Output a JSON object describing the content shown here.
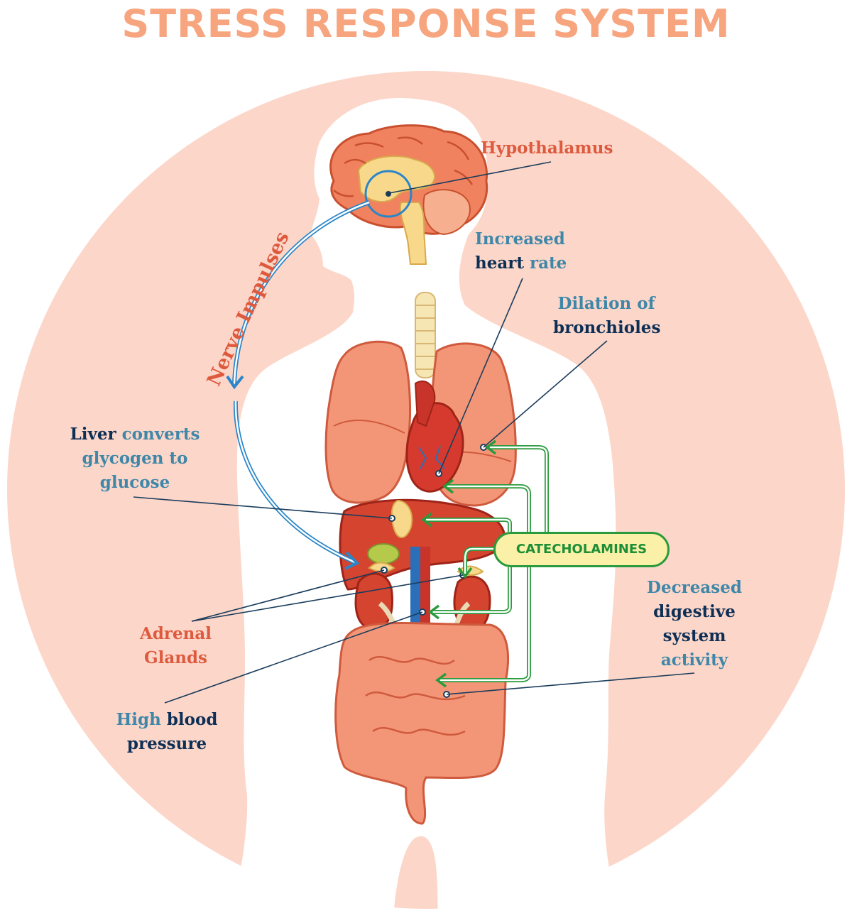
{
  "title": "STRESS RESPONSE SYSTEM",
  "colors": {
    "title": "#f7a57f",
    "background_circle": "#fcd5c8",
    "body_silhouette": "#ffffff",
    "organ_fill": "#f29a7a",
    "organ_stroke": "#cf5a3d",
    "nerve_arrow": "#2a86c8",
    "catecholamine_arrow": "#2a9b3d",
    "callout_line": "#1b3d5c"
  },
  "labels": {
    "hypothalamus": "Hypothalamus",
    "heart_rate": {
      "line1": "Increased",
      "line2a": "heart",
      "line2b": " rate"
    },
    "bronchioles": {
      "line1": "Dilation of",
      "line2": "bronchioles"
    },
    "liver": {
      "line1a": "Liver",
      "line1b": " converts",
      "line2": "glycogen to",
      "line3": "glucose"
    },
    "adrenal": {
      "line1": "Adrenal",
      "line2": "Glands"
    },
    "blood_pressure": {
      "line1a": "High",
      "line1b": " blood",
      "line2": "pressure"
    },
    "digestive": {
      "line1": "Decreased",
      "line2": "digestive",
      "line3": "system",
      "line4": "activity"
    },
    "nerve_impulses": "Nerve Impulses",
    "catecholamines": "CATECHOLAMINES"
  },
  "icons": [
    "brain-icon",
    "lungs-icon",
    "heart-icon",
    "liver-icon",
    "kidneys-icon",
    "intestines-icon",
    "aorta-icon"
  ]
}
